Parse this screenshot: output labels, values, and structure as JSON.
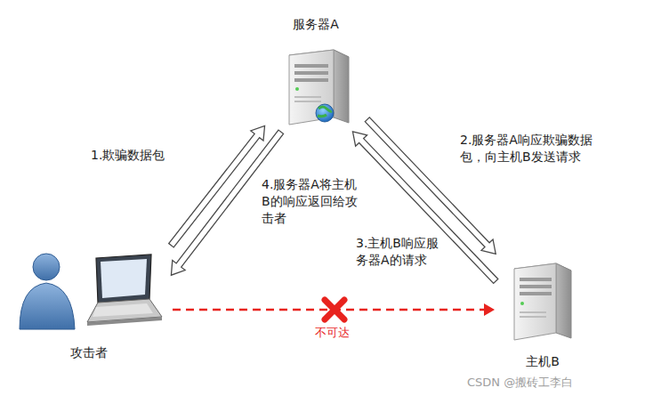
{
  "diagram": {
    "nodes": [
      {
        "text": [
          "服务器A"
        ]
      },
      {
        "text": [
          "攻击者"
        ]
      },
      {
        "text": [
          "主机B"
        ]
      }
    ],
    "edges": [
      {
        "from": 1,
        "to": 0,
        "label": "1.欺骗数据包",
        "arrow": "to"
      },
      {
        "from": 0,
        "to": 2,
        "label": "2.服务器A响应欺骗数据包，向主机B发送请求",
        "arrow": "to"
      },
      {
        "from": 2,
        "to": 0,
        "label": "3.主机B响应服务器A的请求",
        "arrow": "to"
      },
      {
        "from": 0,
        "to": 1,
        "label": "4.服务器A将主机B的响应返回给攻击者",
        "arrow": "to"
      },
      {
        "from": 1,
        "to": 2,
        "label": "不可达",
        "arrow": "to"
      }
    ],
    "labels": [
      "CSDN @搬砖工李白"
    ]
  }
}
